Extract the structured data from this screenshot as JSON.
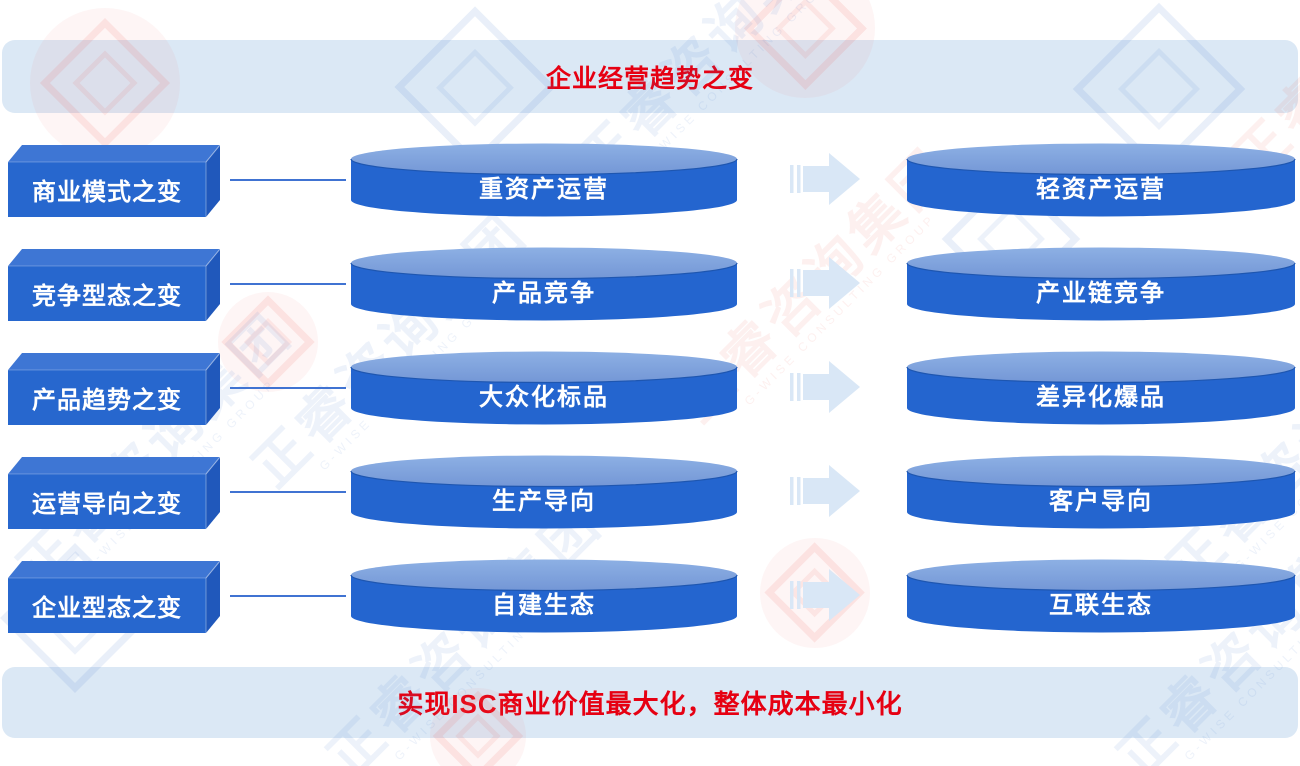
{
  "title": "企业经营趋势之变",
  "footer": "实现ISC商业价值最大化，整体成本最小化",
  "rows": [
    {
      "label": "商业模式之变",
      "from": "重资产运营",
      "to": "轻资产运营"
    },
    {
      "label": "竞争型态之变",
      "from": "产品竞争",
      "to": "产业链竞争"
    },
    {
      "label": "产品趋势之变",
      "from": "大众化标品",
      "to": "差异化爆品"
    },
    {
      "label": "运营导向之变",
      "from": "生产导向",
      "to": "客户导向"
    },
    {
      "label": "企业型态之变",
      "from": "自建生态",
      "to": "互联生态"
    }
  ],
  "watermark": {
    "text": "正睿咨询集团",
    "subtext": "G-WISE CONSULTING GROUP"
  },
  "colors": {
    "banner_bg": "#dbe8f5",
    "title_red": "#e60012",
    "cylinder_body": "#2465cf",
    "cylinder_top": "#7ea1db",
    "box_face": "#2767ce",
    "box_top": "#3e76d4",
    "box_side": "#2058bb",
    "connector_line": "#4073d2",
    "arrow_fill": "#d9e7f6"
  }
}
